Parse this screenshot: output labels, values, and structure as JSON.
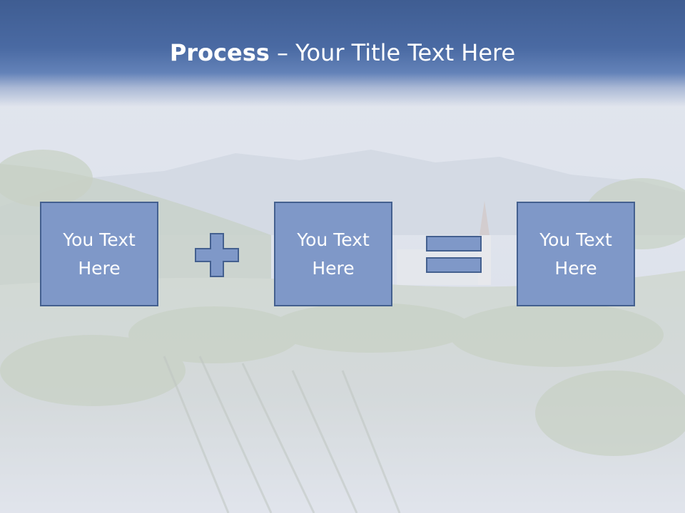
{
  "slide": {
    "title_bold": "Process",
    "title_rest": " – Your Title Text Here"
  },
  "process": {
    "steps": [
      {
        "label": "You Text\nHere"
      },
      {
        "label": "You Text\nHere"
      },
      {
        "label": "You Text\nHere"
      }
    ],
    "operators": [
      "plus-icon",
      "equals-icon"
    ]
  },
  "colors": {
    "header": "#4a6aa3",
    "box_fill": "#7f98c8",
    "box_border": "#44608f",
    "text": "#ffffff"
  }
}
